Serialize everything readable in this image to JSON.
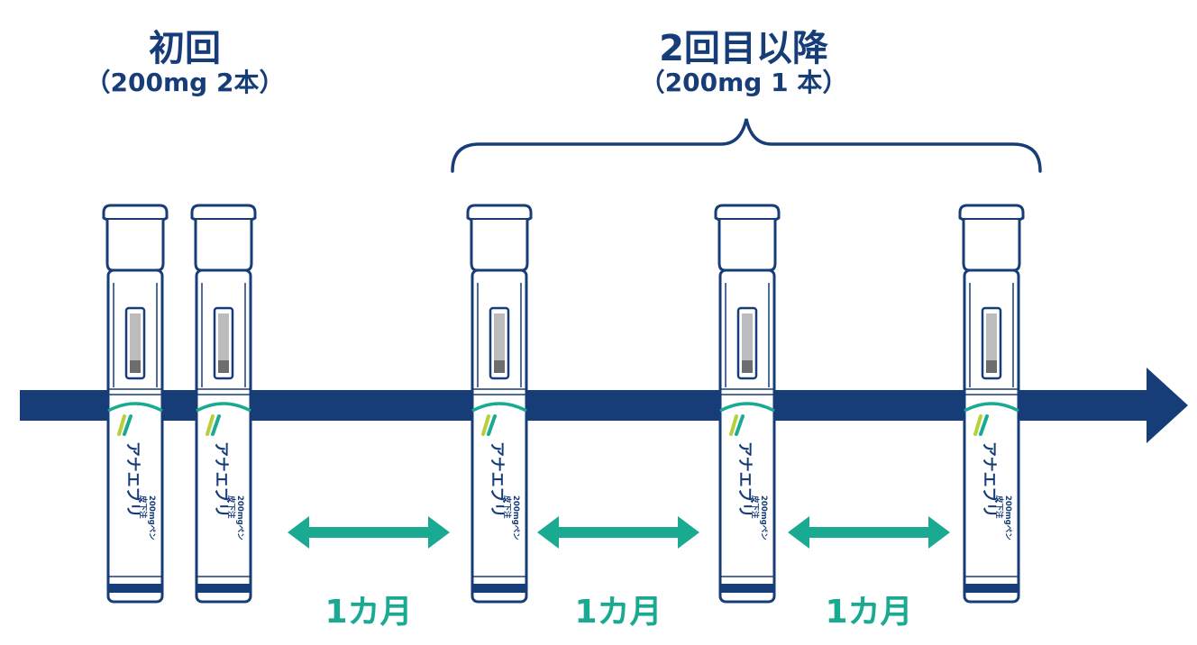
{
  "colors": {
    "navy": "#173d78",
    "teal": "#1aaa92",
    "lime": "#b7cf38"
  },
  "first_dose": {
    "title": "初回",
    "detail": "（200mg 2本）"
  },
  "subsequent_doses": {
    "title": "2回目以降",
    "detail": "（200mg  1 本）"
  },
  "pen": {
    "brand": "アナエブリ",
    "spec_line1": "皮下注",
    "spec_line2": "200mgペン"
  },
  "intervals": [
    {
      "label": "1カ月",
      "icon": "double-arrow-icon"
    },
    {
      "label": "1カ月",
      "icon": "double-arrow-icon"
    },
    {
      "label": "1カ月",
      "icon": "double-arrow-icon"
    }
  ]
}
